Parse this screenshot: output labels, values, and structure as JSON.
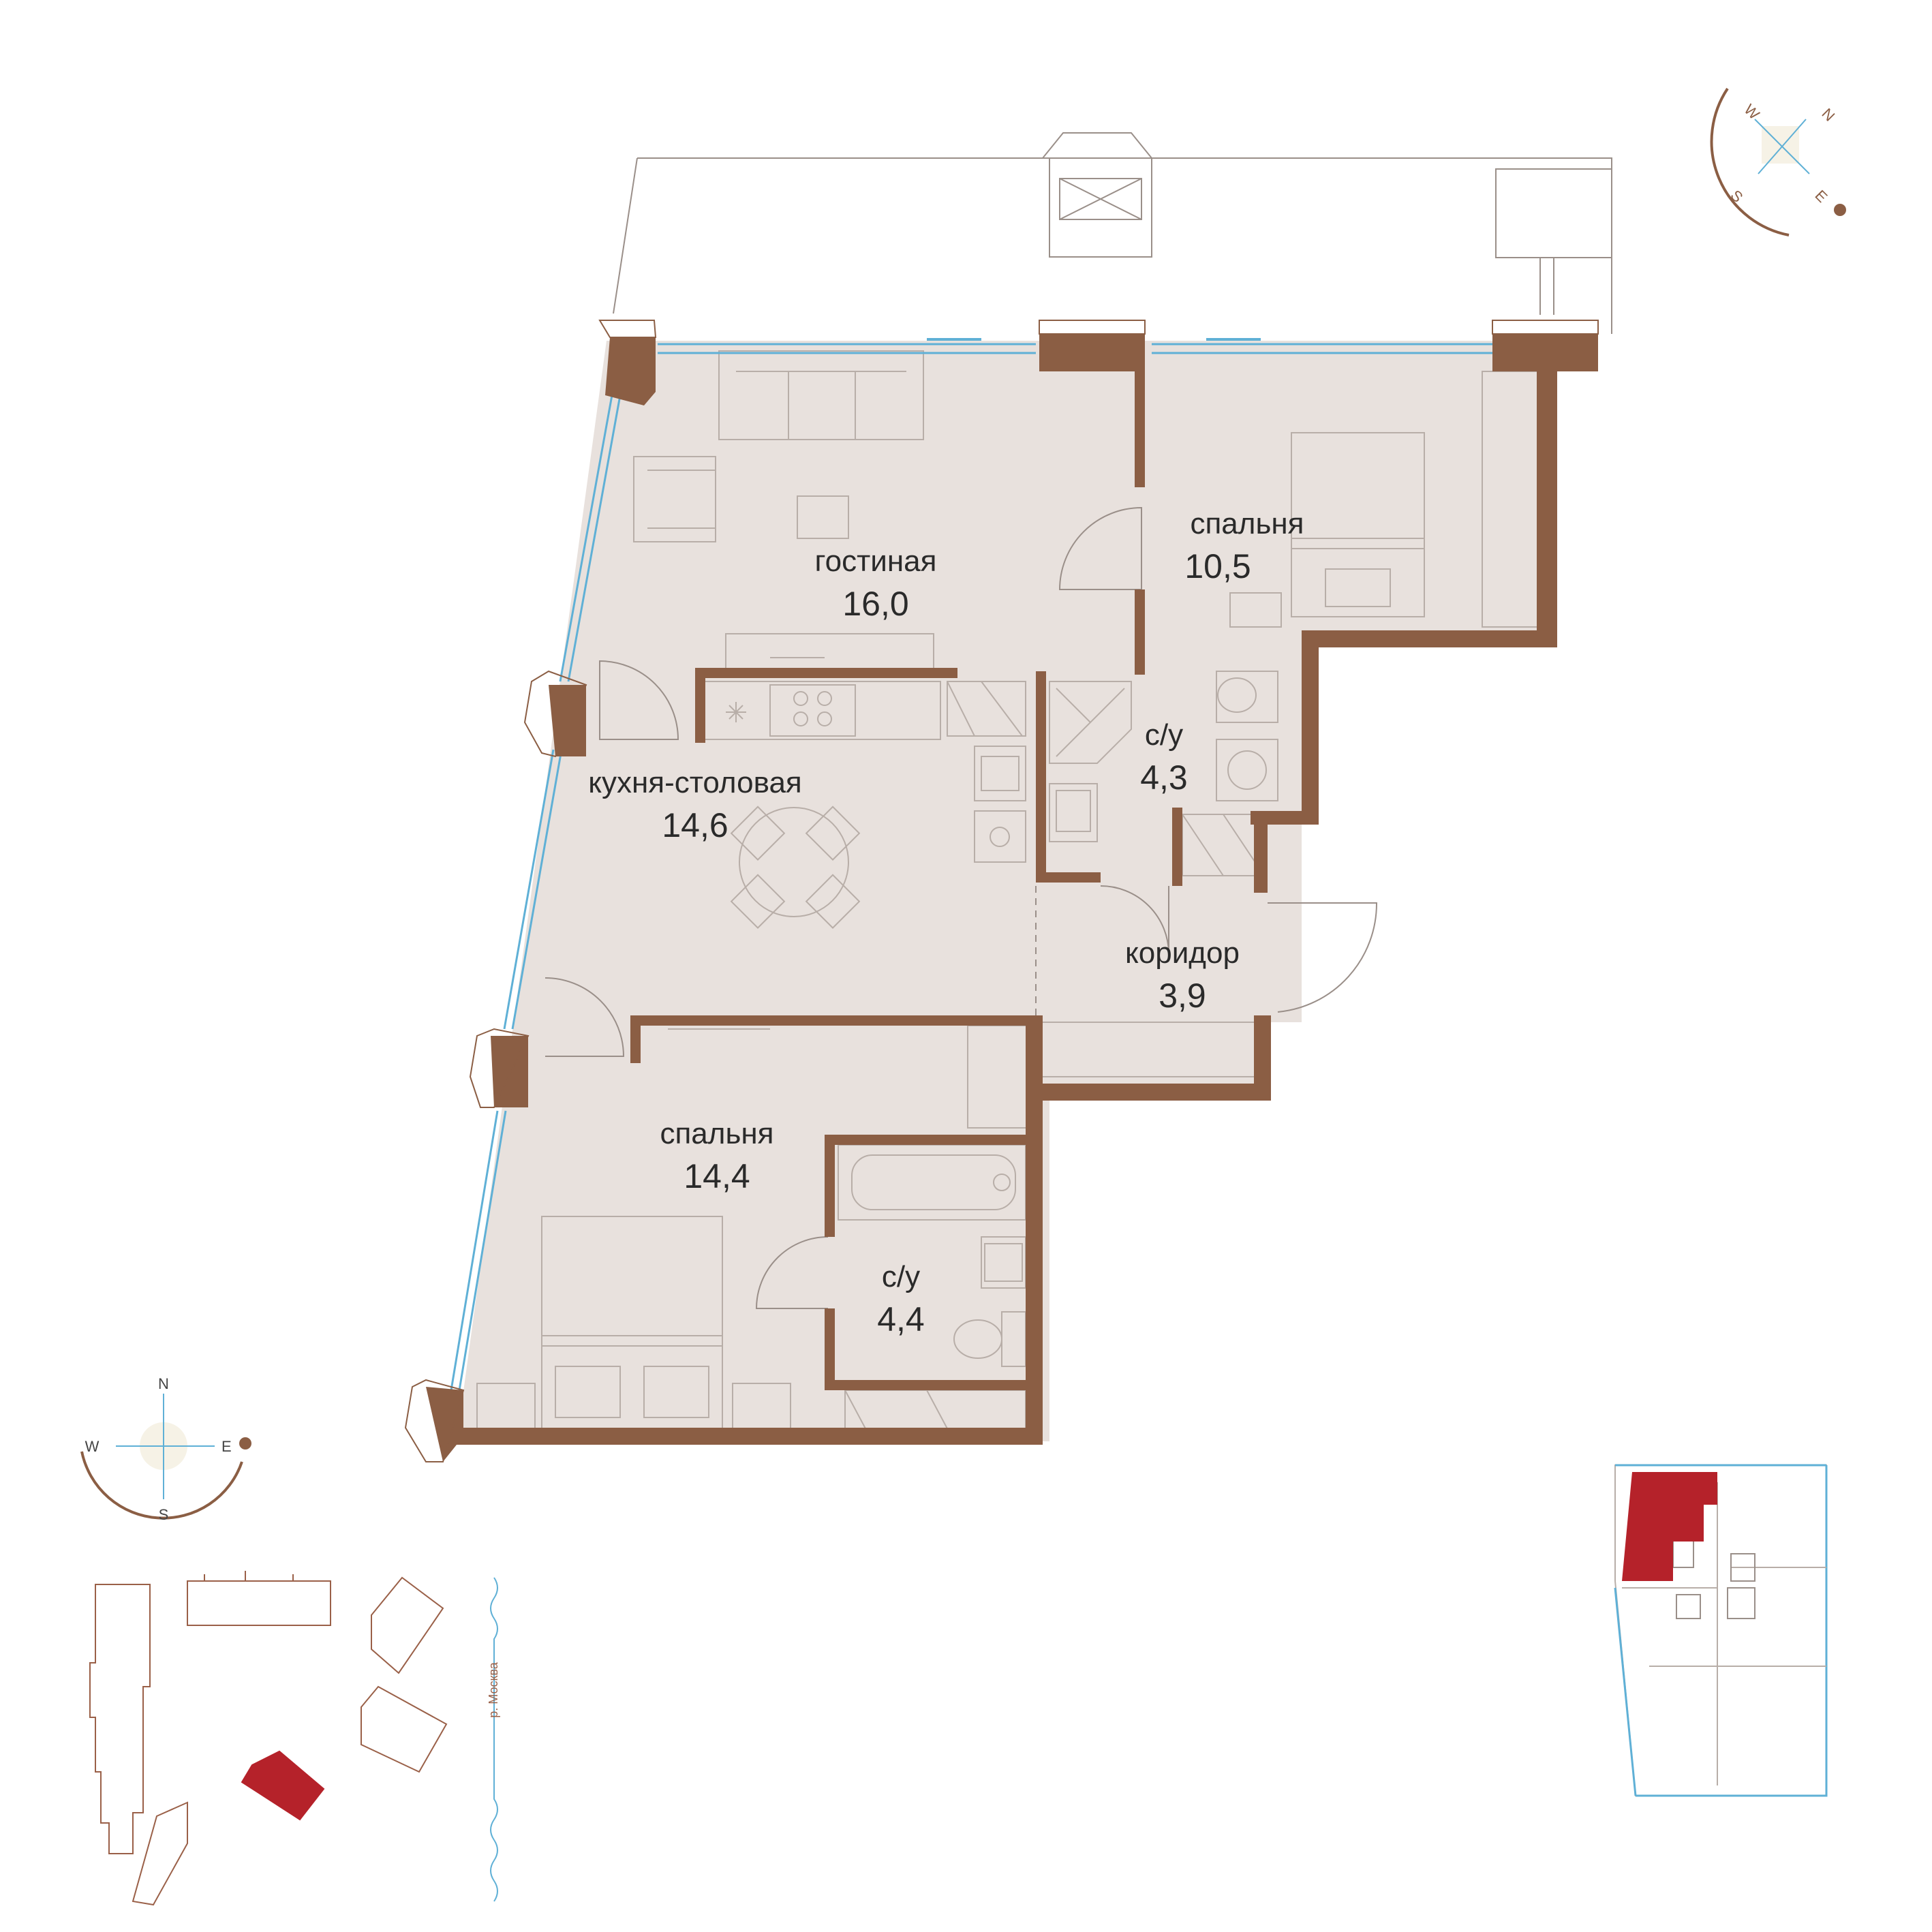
{
  "rooms": [
    {
      "id": "living",
      "name": "гостиная",
      "area": "16,0"
    },
    {
      "id": "bedroom_small",
      "name": "спальня",
      "area": "10,5"
    },
    {
      "id": "kitchen",
      "name": "кухня-столовая",
      "area": "14,6"
    },
    {
      "id": "bath_upper",
      "name": "с/у",
      "area": "4,3"
    },
    {
      "id": "corridor",
      "name": "коридор",
      "area": "3,9"
    },
    {
      "id": "bedroom_large",
      "name": "спальня",
      "area": "14,4"
    },
    {
      "id": "bath_lower",
      "name": "с/у",
      "area": "4,4"
    }
  ],
  "compass_top": {
    "n": "N",
    "e": "E",
    "s": "S",
    "w": "W"
  },
  "compass_bottom": {
    "n": "N",
    "e": "E",
    "s": "S",
    "w": "W"
  },
  "site": {
    "river_label": "р. Москва"
  },
  "colors": {
    "wall": "#8b5e44",
    "floor": "#e8e1dd",
    "line": "#9a8f89",
    "window": "#5fb0d6",
    "accent": "#a6452e",
    "highlight": "#b5222a",
    "compass": "#8b5e44"
  }
}
